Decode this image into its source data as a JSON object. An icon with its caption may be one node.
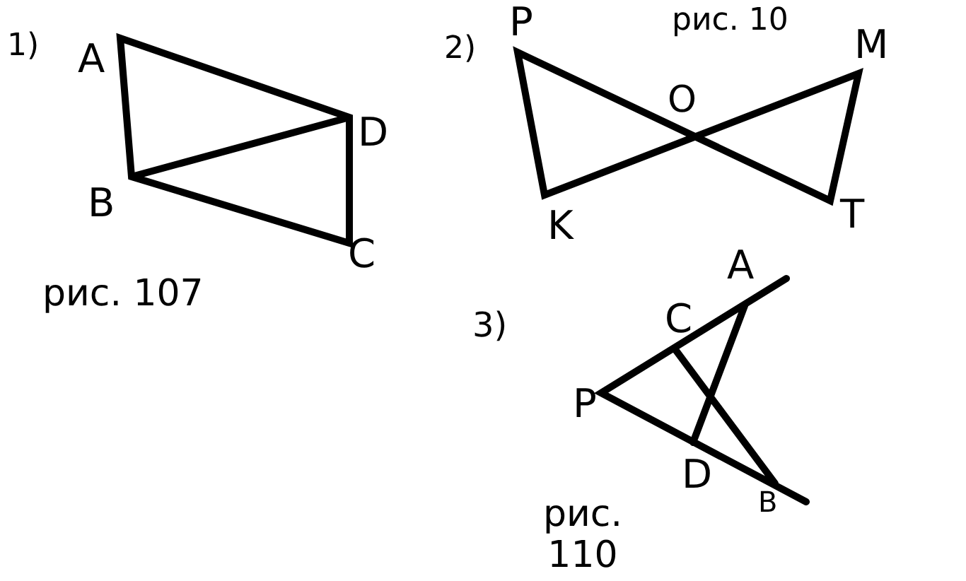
{
  "diagram": {
    "labels": [
      "1)",
      "A",
      "D",
      "B",
      "C",
      "рис. 107",
      "2)",
      "P",
      "рис. 10",
      "M",
      "O",
      "K",
      "T",
      "3)",
      "C",
      "A",
      "P",
      "D",
      "B",
      "рис. 110"
    ]
  }
}
